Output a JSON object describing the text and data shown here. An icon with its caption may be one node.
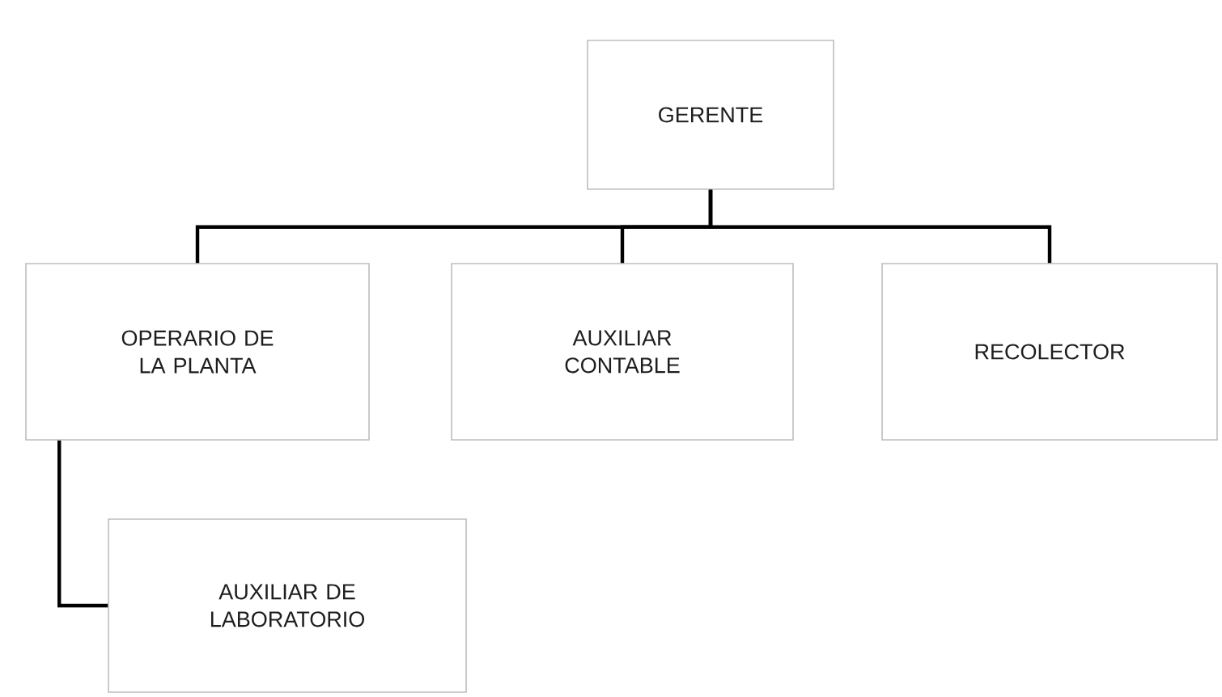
{
  "diagram": {
    "nodes": [
      {
        "text": [
          "GERENTE"
        ]
      },
      {
        "text": [
          "OPERARIO DE LA PLANTA"
        ]
      },
      {
        "text": [
          "AUXILIAR CONTABLE"
        ]
      },
      {
        "text": [
          "RECOLECTOR"
        ]
      },
      {
        "text": [
          "AUXILIAR DE LABORATORIO"
        ]
      }
    ],
    "edges": [
      {
        "from": 0,
        "to": 1,
        "arrow": "none"
      },
      {
        "from": 0,
        "to": 2,
        "arrow": "none"
      },
      {
        "from": 0,
        "to": 3,
        "arrow": "none"
      },
      {
        "from": 1,
        "to": 4,
        "arrow": "none"
      }
    ]
  }
}
